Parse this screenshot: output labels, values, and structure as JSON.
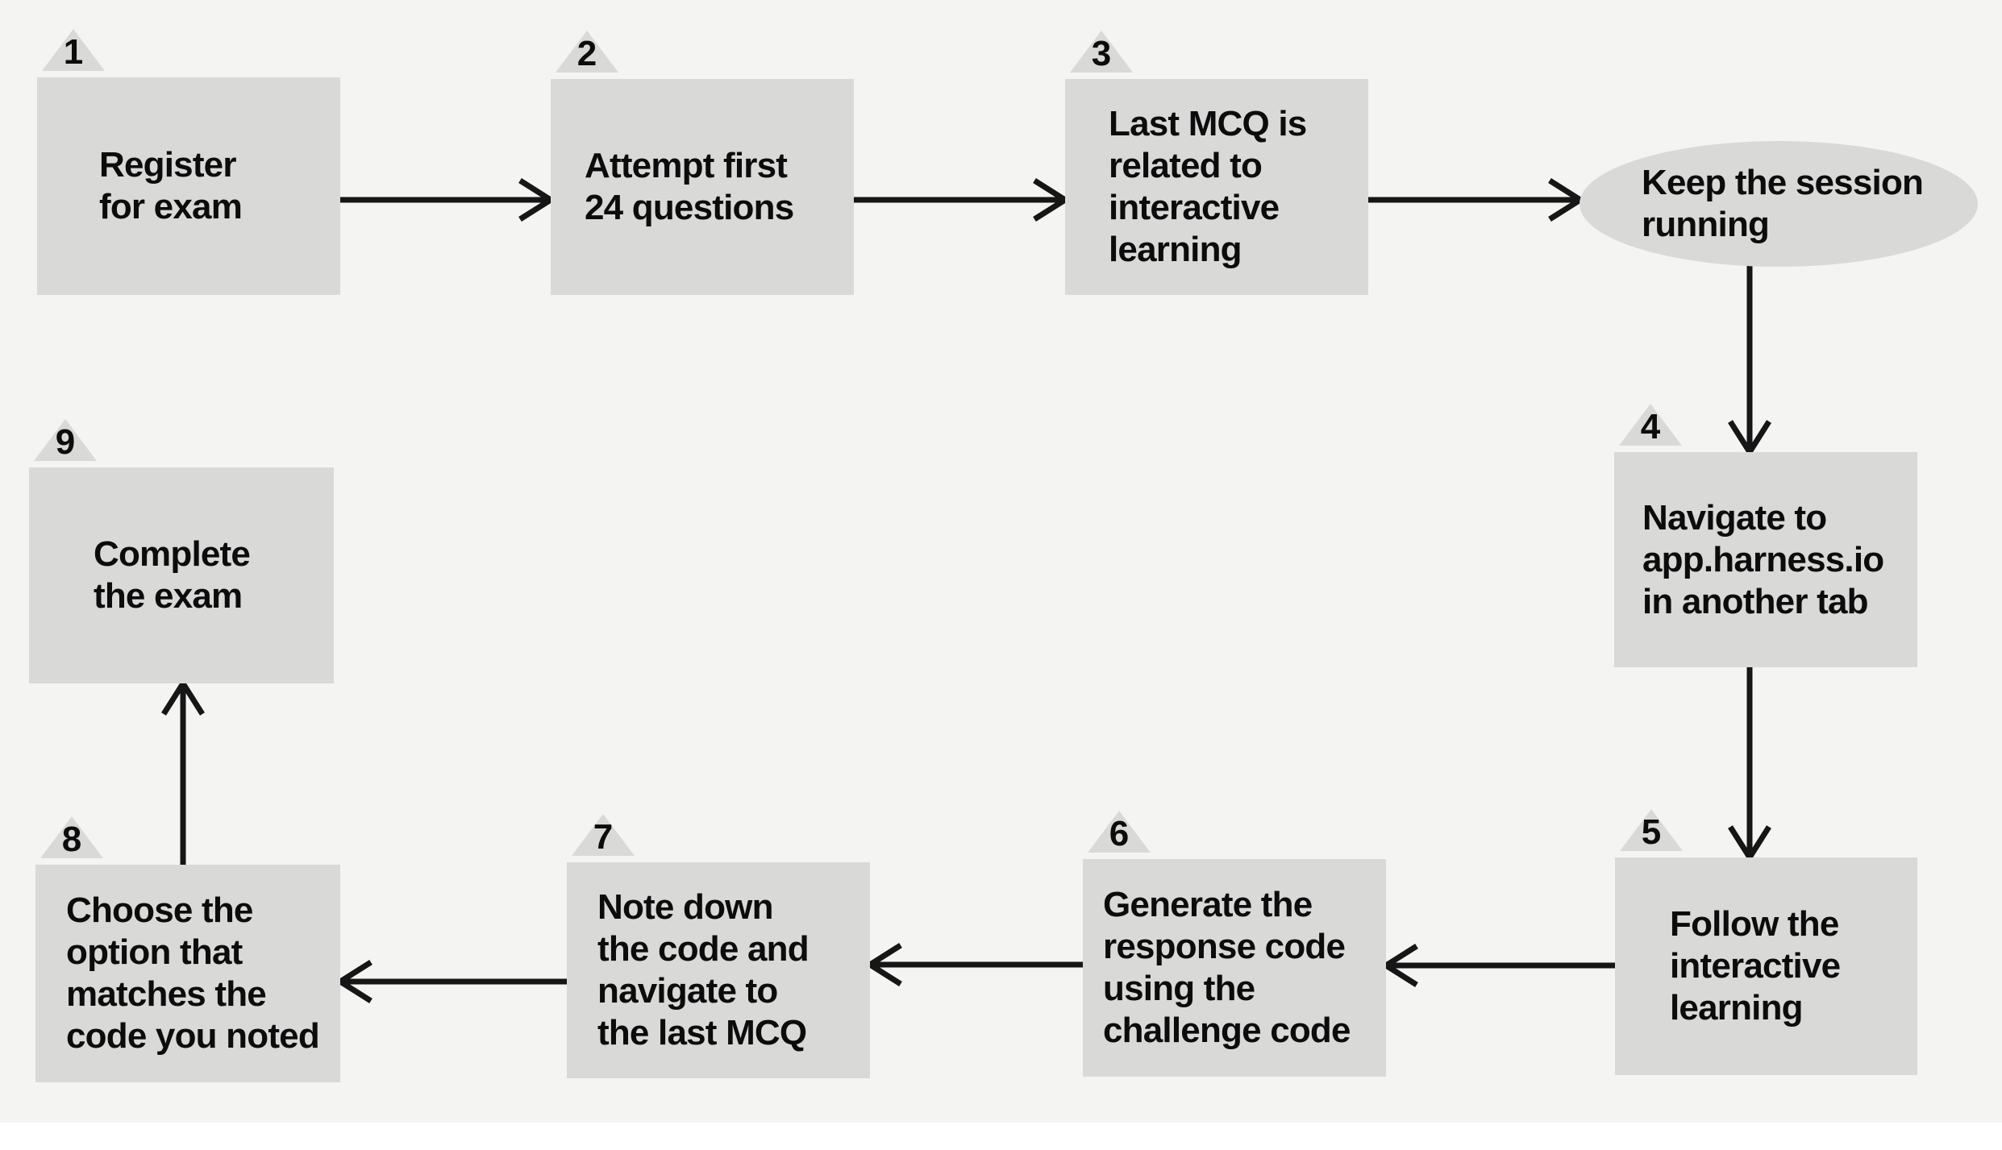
{
  "flowchart": {
    "background_color": "#f4f4f2",
    "node_fill_color": "#d9d9d8",
    "text_color": "#0c0c0c",
    "arrow_color": "#161616",
    "nodes": [
      {
        "id": "step-1",
        "number": "1",
        "shape": "rect",
        "label": "Register\nfor exam"
      },
      {
        "id": "step-2",
        "number": "2",
        "shape": "rect",
        "label": "Attempt first\n24 questions"
      },
      {
        "id": "step-3",
        "number": "3",
        "shape": "rect",
        "label": "Last MCQ is\nrelated to\ninteractive\nlearning"
      },
      {
        "id": "keep-session",
        "number": "",
        "shape": "ellipse",
        "label": "Keep the session\nrunning"
      },
      {
        "id": "step-4",
        "number": "4",
        "shape": "rect",
        "label": "Navigate to\napp.harness.io\nin another tab"
      },
      {
        "id": "step-5",
        "number": "5",
        "shape": "rect",
        "label": "Follow the\ninteractive\nlearning"
      },
      {
        "id": "step-6",
        "number": "6",
        "shape": "rect",
        "label": "Generate the\nresponse code\nusing the\nchallenge code"
      },
      {
        "id": "step-7",
        "number": "7",
        "shape": "rect",
        "label": "Note down\nthe code and\nnavigate to\nthe last MCQ"
      },
      {
        "id": "step-8",
        "number": "8",
        "shape": "rect",
        "label": "Choose the\noption that\nmatches the\ncode you noted"
      },
      {
        "id": "step-9",
        "number": "9",
        "shape": "rect",
        "label": "Complete\nthe exam"
      }
    ],
    "edges": [
      {
        "from": "step-1",
        "to": "step-2"
      },
      {
        "from": "step-2",
        "to": "step-3"
      },
      {
        "from": "step-3",
        "to": "keep-session"
      },
      {
        "from": "keep-session",
        "to": "step-4"
      },
      {
        "from": "step-4",
        "to": "step-5"
      },
      {
        "from": "step-5",
        "to": "step-6"
      },
      {
        "from": "step-6",
        "to": "step-7"
      },
      {
        "from": "step-7",
        "to": "step-8"
      },
      {
        "from": "step-8",
        "to": "step-9"
      }
    ]
  }
}
